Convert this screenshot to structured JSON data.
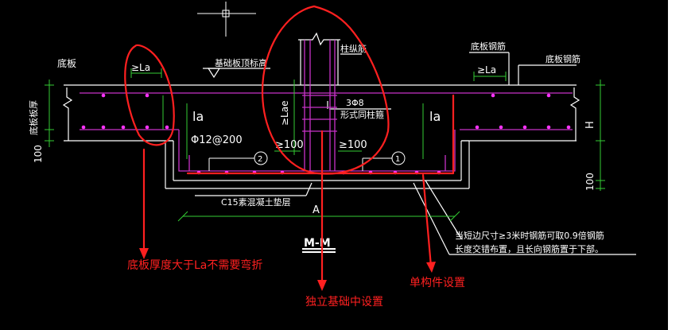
{
  "colors": {
    "background": "#000000",
    "outline": "#ffffff",
    "rebar": "#c832c8",
    "rebar_dot": "#ff33ff",
    "dimension": "#33cc33",
    "annotation_red": "#ff2020",
    "text_white": "#ffffff",
    "text_yellow": "#ffff66"
  },
  "labels": {
    "base_plate": "底板",
    "base_top_elev": "基础板顶标高",
    "base_thickness_vertical": "底板板厚",
    "la_left": "≥La",
    "la_right": "≥La",
    "la_mid_left": "la",
    "la_mid_right": "la",
    "lae": "≥Lae",
    "col_long_bar": "柱纵筋",
    "stirrup_count": "3Φ8",
    "stirrup_type": "形式同柱箍",
    "rebar_spec": "Φ12@200",
    "ge100_left": "≥100",
    "ge100_right": "≥100",
    "marker_1": "1",
    "marker_2": "2",
    "base_rebar_top": "底板钢筋",
    "base_rebar_right": "底板钢筋",
    "dim_100_left": "100",
    "dim_100_right": "100",
    "dim_H": "H",
    "dim_A": "A",
    "cushion": "C15素混凝土垫层",
    "section_mark": "M-M",
    "note_line1": "当短边尺寸≥3米时钢筋可取0.9倍钢筋",
    "note_line2": "长度交错布置，且长向钢筋置于下部。"
  },
  "annotations": {
    "left": "底板厚度大于La不需要弯折",
    "middle": "独立基础中设置",
    "right": "单构件设置"
  }
}
